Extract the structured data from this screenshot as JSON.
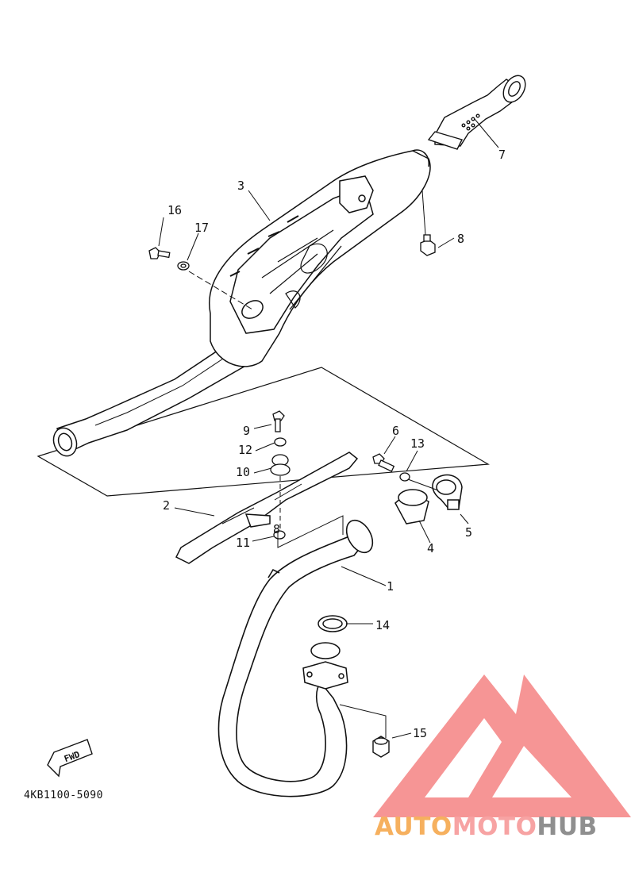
{
  "diagram": {
    "catalog_code": "4KB1100-5090",
    "fwd_marker": "FWD",
    "parts": [
      {
        "number": "1"
      },
      {
        "number": "2"
      },
      {
        "number": "3"
      },
      {
        "number": "4"
      },
      {
        "number": "5"
      },
      {
        "number": "6"
      },
      {
        "number": "7"
      },
      {
        "number": "8"
      },
      {
        "number": "8"
      },
      {
        "number": "9"
      },
      {
        "number": "10"
      },
      {
        "number": "11"
      },
      {
        "number": "12"
      },
      {
        "number": "13"
      },
      {
        "number": "14"
      },
      {
        "number": "15"
      },
      {
        "number": "16"
      },
      {
        "number": "17"
      }
    ]
  },
  "watermark": {
    "brand_part_1": "AUTO",
    "brand_part_2": "MOTO",
    "brand_part_3": "HUB",
    "colors": {
      "logo_red": "#ee2b2b",
      "auto_orange": "#f6b05e",
      "moto_pink": "#f7a3a3",
      "hub_gray": "#8f8f8f"
    }
  },
  "style": {
    "line_color": "#111111",
    "background": "#ffffff"
  }
}
